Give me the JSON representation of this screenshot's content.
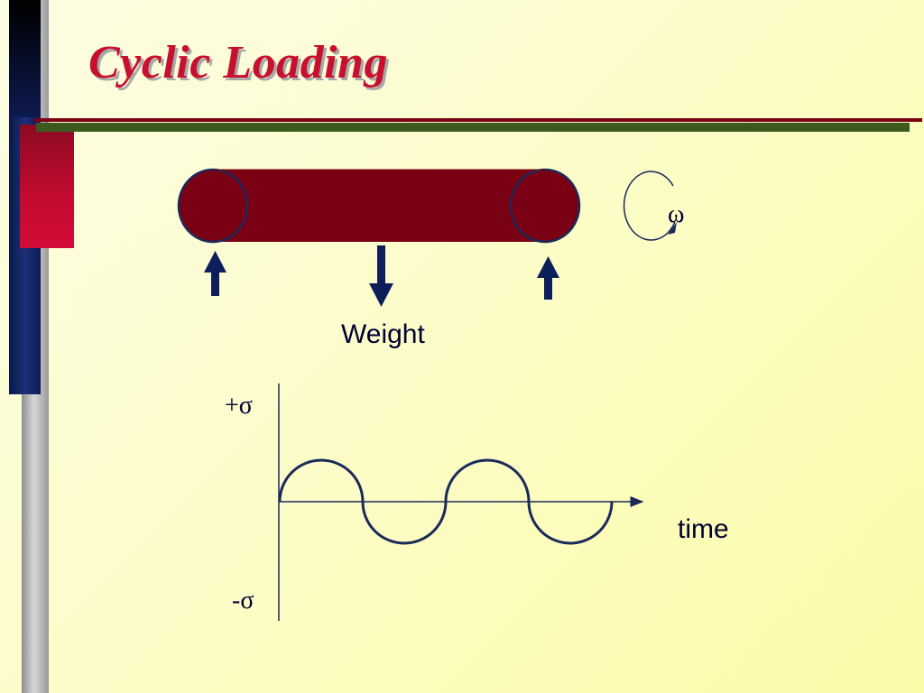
{
  "slide": {
    "title": "Cyclic Loading"
  },
  "beam_diagram": {
    "load_label": "Weight",
    "rotation_symbol": "ω"
  },
  "stress_plot": {
    "positive_label": "+σ",
    "negative_label": "-σ",
    "x_label": "time"
  },
  "colors": {
    "title": "#c8102e",
    "beam": "#7a0014",
    "outline": "#1a2a5a",
    "background": "#fcfcc4"
  }
}
